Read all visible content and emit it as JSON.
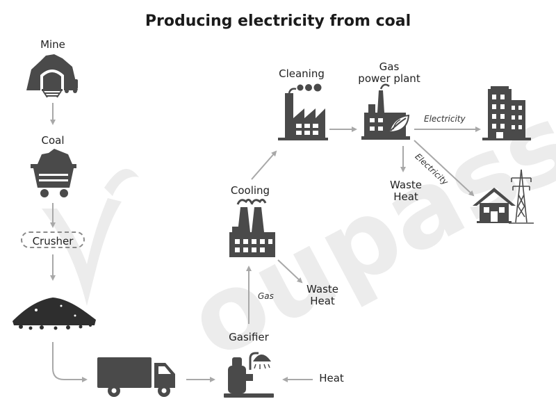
{
  "title": "Producing electricity from coal",
  "colors": {
    "icon": "#4a4a4a",
    "arrow": "#a8a8a8",
    "watermark": "#ececec",
    "text": "#222222"
  },
  "watermark": {
    "text": "Youpass"
  },
  "labels": {
    "mine": "Mine",
    "coal": "Coal",
    "crusher": "Crusher",
    "cooling": "Cooling",
    "cleaning": "Cleaning",
    "gas_power_plant": "Gas\npower plant",
    "waste_heat_top": "Waste\nHeat",
    "waste_heat_mid": "Waste\nHeat",
    "gasifier": "Gasifier",
    "heat": "Heat",
    "gas": "Gas",
    "electricity_1": "Electricity",
    "electricity_2": "Electricity"
  },
  "icons": {
    "mine": "mine-icon",
    "coal_cart": "coal-cart-icon",
    "coal_pile": "coal-pile-icon",
    "truck": "truck-icon",
    "gasifier": "gasifier-icon",
    "cooling_plant": "cooling-plant-icon",
    "cleaning_factory": "factory-icon",
    "gas_power_plant": "power-plant-icon",
    "building": "office-building-icon",
    "house": "house-icon",
    "pylon": "power-pylon-icon"
  }
}
